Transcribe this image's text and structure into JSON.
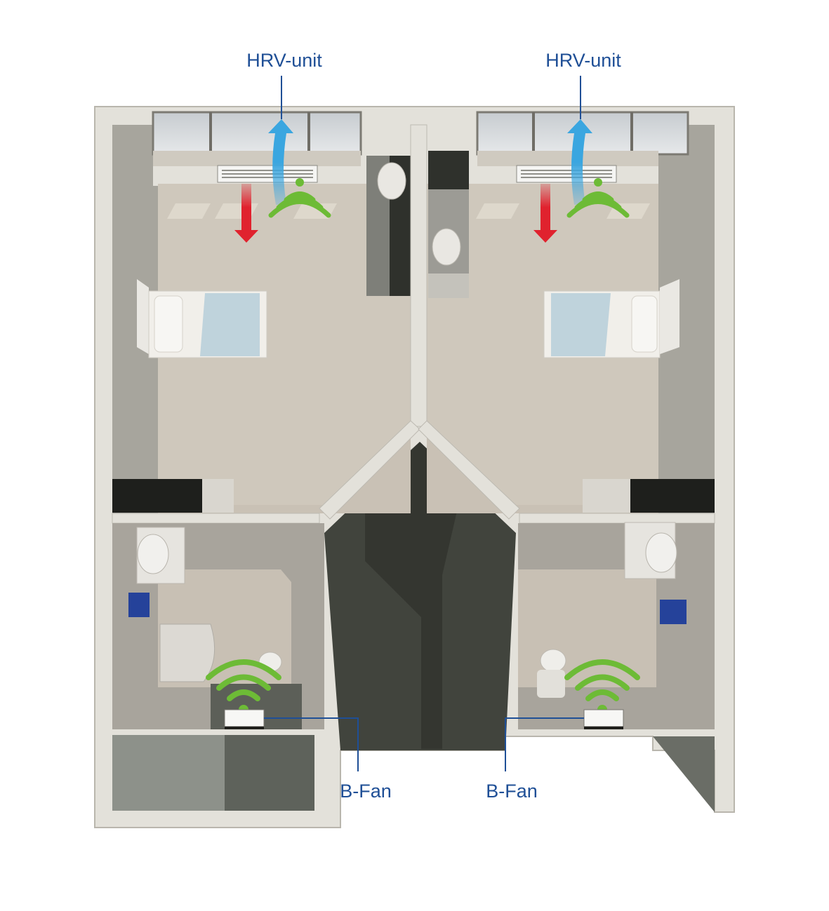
{
  "labels": {
    "hrv_left": "HRV-unit",
    "hrv_right": "HRV-unit",
    "bfan_left": "B-Fan",
    "bfan_right": "B-Fan"
  },
  "colors": {
    "label": "#1f4f96",
    "wall": "#e3e1da",
    "floor": "#c9c1b5",
    "corridor": "#41443d",
    "supply_air": "#e0222e",
    "exhaust_air": "#3aa6e0",
    "wireless": "#6dbb36",
    "bedding": "#bfd3dc"
  }
}
